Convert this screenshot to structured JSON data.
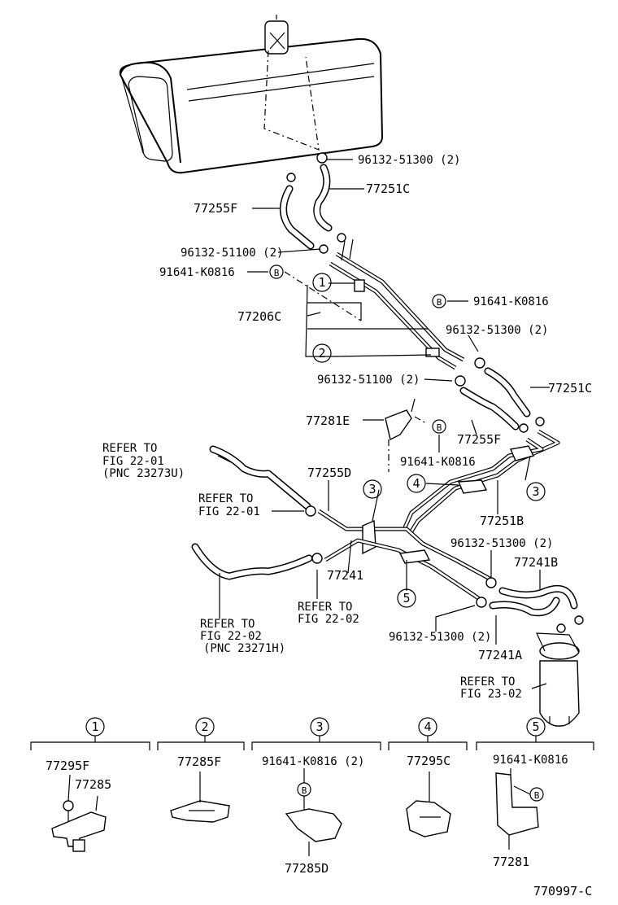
{
  "labels": {
    "p96132_51300_2_a": "96132-51300 (2)",
    "p77251C_a": "77251C",
    "p77255F_a": "77255F",
    "p96132_51100_2_a": "96132-51100 (2)",
    "p91641_K0816_a": "91641-K0816",
    "p91641_K0816_b": "91641-K0816",
    "p77206C": "77206C",
    "p96132_51300_2_b": "96132-51300 (2)",
    "p96132_51100_2_b": "96132-51100 (2)",
    "p77251C_b": "77251C",
    "p77281E": "77281E",
    "p77255F_b": "77255F",
    "p91641_K0816_c": "91641-K0816",
    "refer_fig_22_01_a_l1": "REFER TO",
    "refer_fig_22_01_a_l2": "FIG 22-01",
    "refer_fig_22_01_a_l3": "(PNC 23273U)",
    "p77255D": "77255D",
    "refer_fig_22_01_b_l1": "REFER TO",
    "refer_fig_22_01_b_l2": "FIG 22-01",
    "p77251B": "77251B",
    "p96132_51300_2_c": "96132-51300 (2)",
    "p77241B": "77241B",
    "p77241": "77241",
    "refer_fig_22_02_a_l1": "REFER TO",
    "refer_fig_22_02_a_l2": "FIG 22-02",
    "refer_fig_22_02_b_l1": "REFER TO",
    "refer_fig_22_02_b_l2": "FIG 22-02",
    "refer_fig_22_02_b_l3": "(PNC 23271H)",
    "p96132_51300_2_d": "96132-51300 (2)",
    "p77241A": "77241A",
    "refer_fig_23_02_l1": "REFER TO",
    "refer_fig_23_02_l2": "FIG 23-02",
    "figure_code": "770997-C"
  },
  "callouts": {
    "c1": "1",
    "c2": "2",
    "c3a": "3",
    "c3b": "3",
    "c4": "4",
    "c5": "5",
    "b": "B"
  },
  "details": [
    {
      "num": "1",
      "parts": [
        "77295F",
        "77285"
      ]
    },
    {
      "num": "2",
      "parts": [
        "77285F"
      ]
    },
    {
      "num": "3",
      "parts": [
        "91641-K0816 (2)",
        "77285D"
      ]
    },
    {
      "num": "4",
      "parts": [
        "77295C"
      ]
    },
    {
      "num": "5",
      "parts": [
        "91641-K0816",
        "77281"
      ]
    }
  ]
}
